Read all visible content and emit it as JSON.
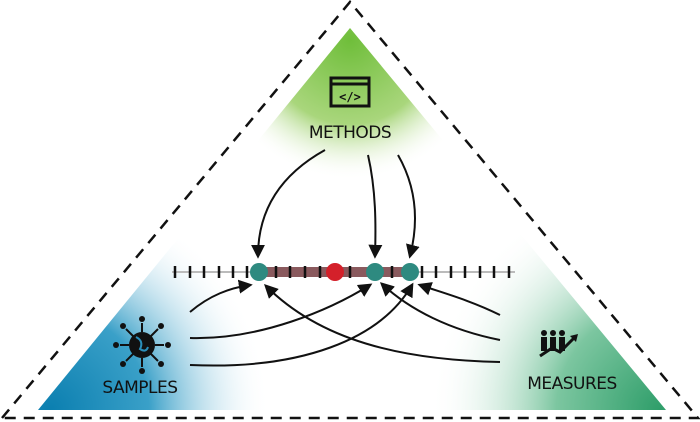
{
  "labels": {
    "methods": "METHODS",
    "samples": "SAMPLES",
    "measures": "MEASURES"
  },
  "icons": {
    "methods": "code-window-icon",
    "samples": "globe-people-icon",
    "measures": "people-growth-icon"
  },
  "colors": {
    "methods": "#7cc242",
    "samples": "#1a8ab8",
    "measures": "#3aa776",
    "teal": "#2e8a80",
    "red": "#d4202a"
  }
}
